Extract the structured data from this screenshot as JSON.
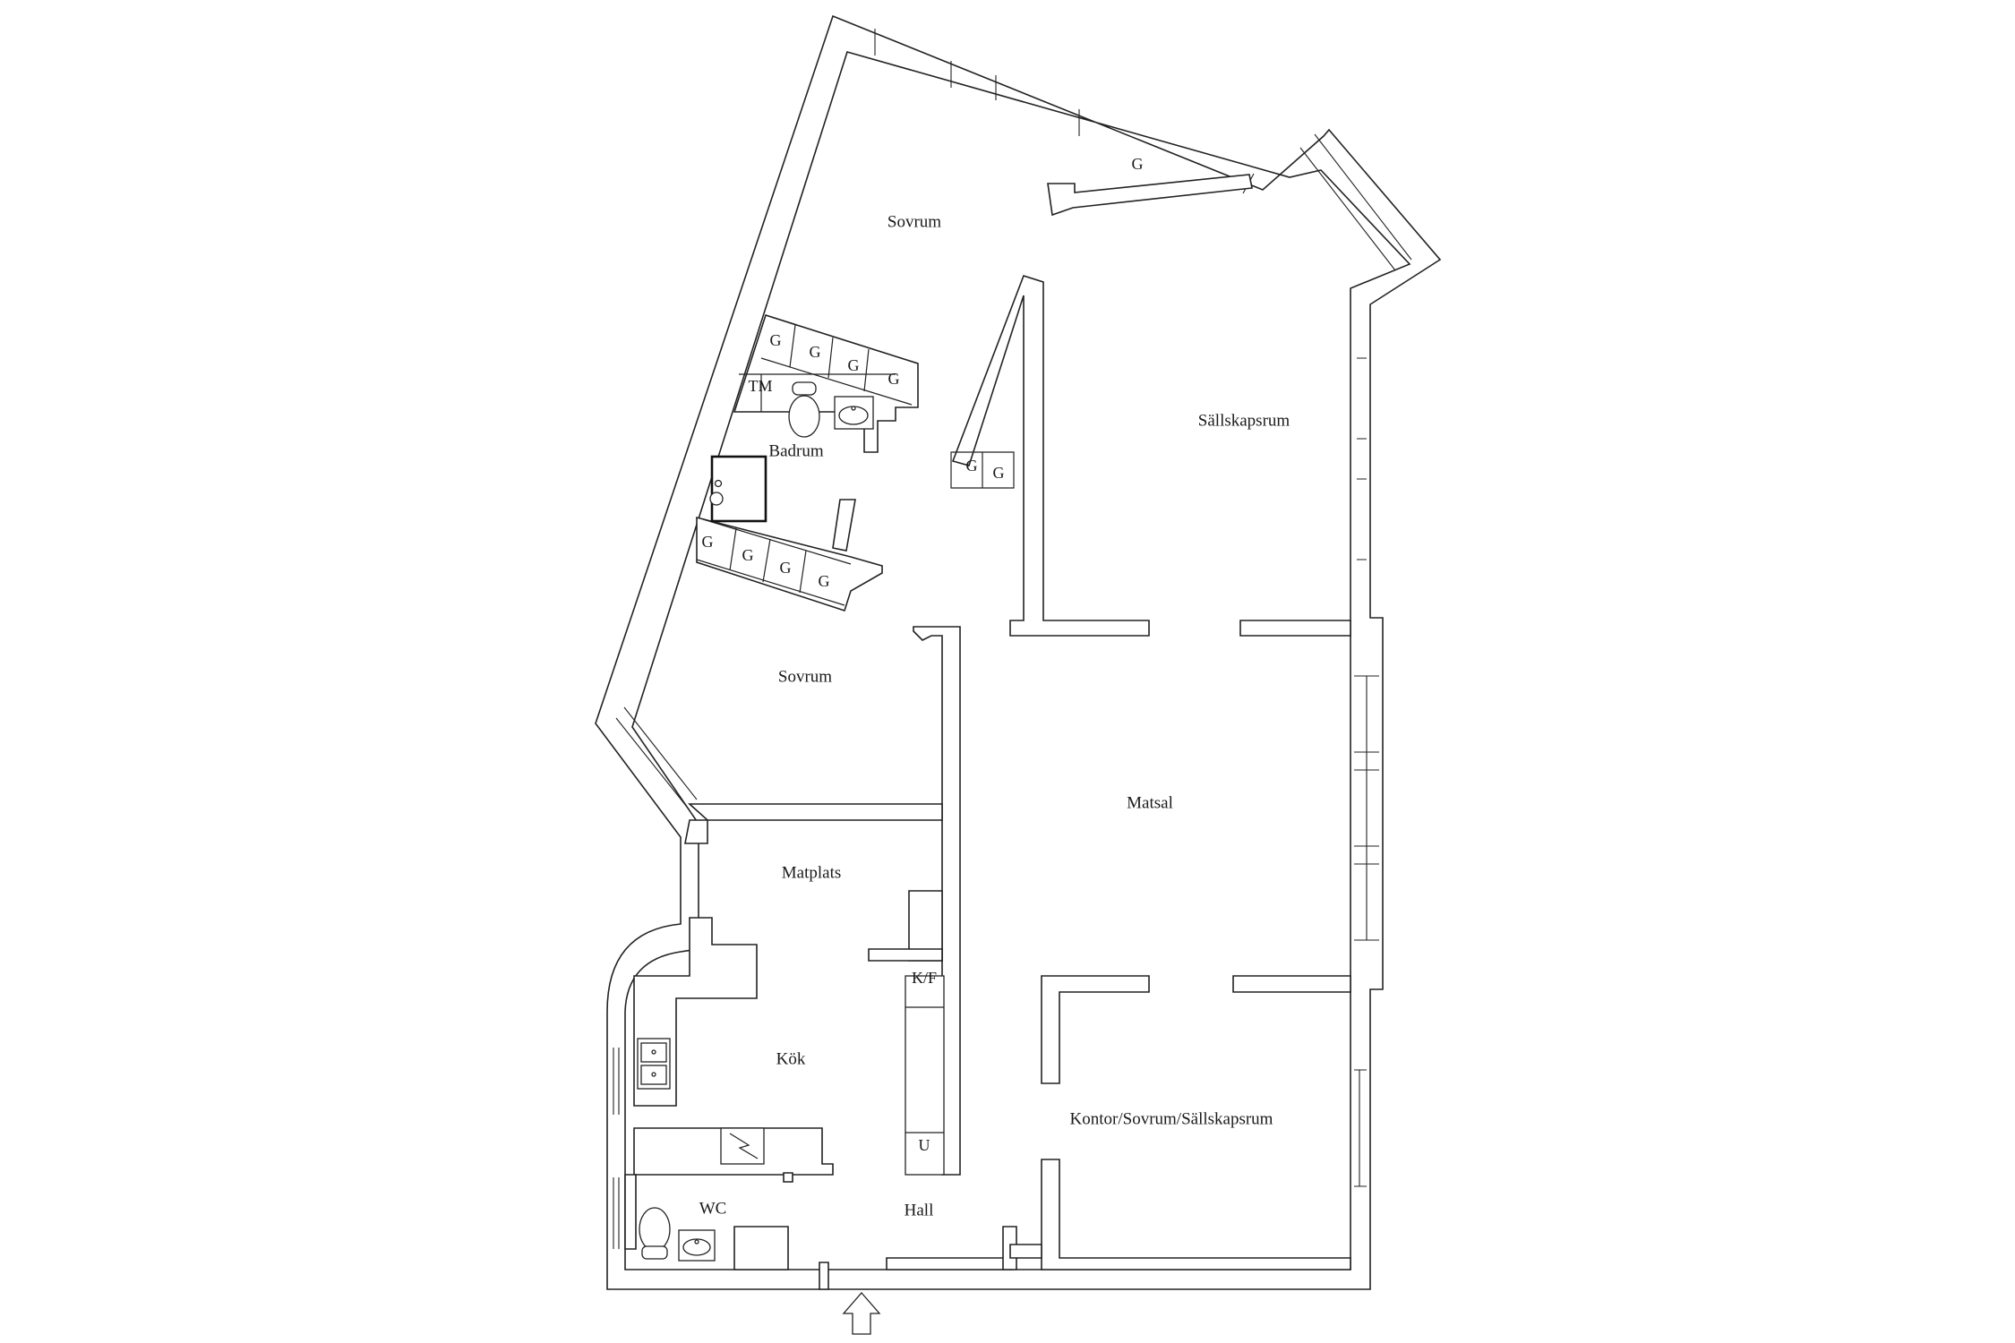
{
  "rooms": {
    "sovrum_top": "Sovrum",
    "sallskapsrum": "Sällskapsrum",
    "badrum": "Badrum",
    "sovrum_mid": "Sovrum",
    "matsal": "Matsal",
    "matplats": "Matplats",
    "kok": "Kök",
    "kontor": "Kontor/Sovrum/Sällskapsrum",
    "wc": "WC",
    "hall": "Hall"
  },
  "storage": {
    "wardrobe": "G",
    "laundry": "TM",
    "fridge_freezer": "K/F",
    "oven": "U"
  },
  "entrance": {
    "icon": "arrow-up-icon"
  }
}
